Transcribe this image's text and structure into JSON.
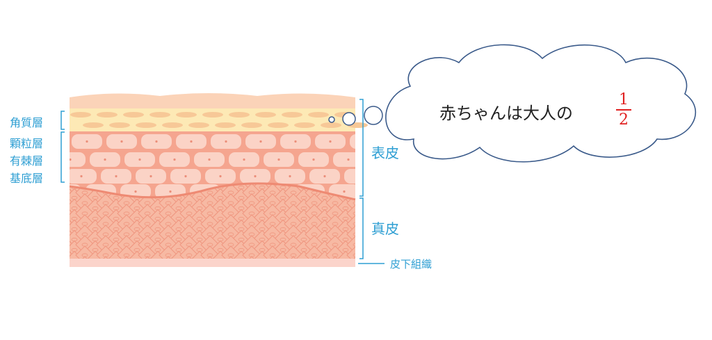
{
  "labels": {
    "kakushitsu": "角質層",
    "kakuryu": "顆粒層",
    "yuukyoku": "有棘層",
    "kitei": "基底層",
    "hyouhi": "表皮",
    "shinpi": "真皮",
    "hika": "皮下組織"
  },
  "cloud": {
    "text": "赤ちゃんは大人の",
    "numerator": "1",
    "denominator": "2"
  },
  "colors": {
    "label": "#2f9fd3",
    "fraction": "#e02020",
    "skin_top": "#fbd3b8",
    "stratum_corneum": "#fde9b5",
    "epidermis": "#f5a58f",
    "dermis": "#f3a58c",
    "subcutis": "#fbd4cb"
  }
}
